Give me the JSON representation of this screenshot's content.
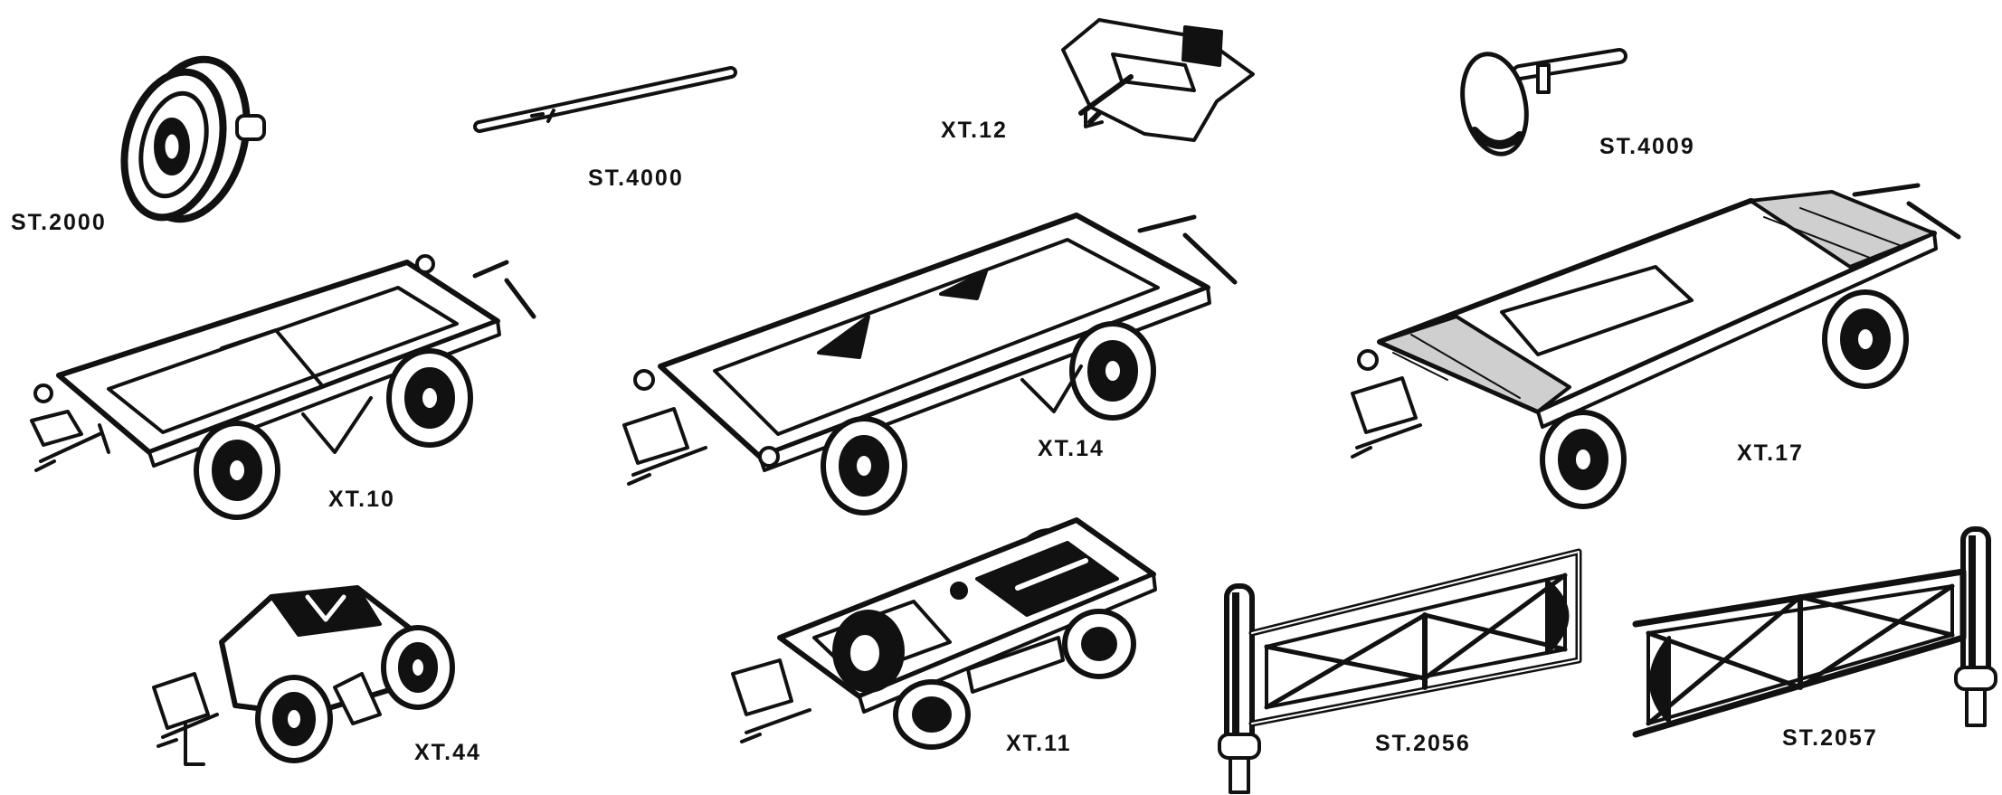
{
  "colors": {
    "ink": "#111111",
    "paper": "#ffffff",
    "tread": "#e8e8e8"
  },
  "parts": [
    {
      "name": "wheel",
      "code": "ST.2000"
    },
    {
      "name": "axle",
      "code": "ST.4000"
    },
    {
      "name": "coupling",
      "code": "XT.12"
    },
    {
      "name": "buffer",
      "code": "ST.4009"
    },
    {
      "name": "wagon-chassis-short",
      "code": "XT.10"
    },
    {
      "name": "wagon-chassis-long",
      "code": "XT.14"
    },
    {
      "name": "wagon-chassis-flat",
      "code": "XT.17"
    },
    {
      "name": "bogie",
      "code": "XT.44"
    },
    {
      "name": "wagon-chassis-small",
      "code": "XT.11"
    },
    {
      "name": "gate-left",
      "code": "ST.2056"
    },
    {
      "name": "gate-right",
      "code": "ST.2057"
    }
  ]
}
